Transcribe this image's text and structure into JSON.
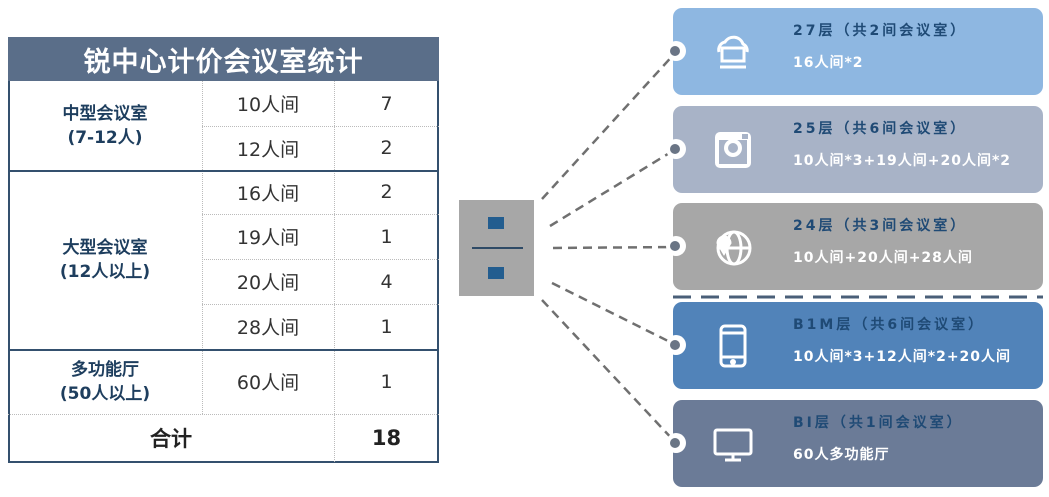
{
  "table": {
    "title": "锐中心计价会议室统计",
    "groups": [
      {
        "name": "中型会议室",
        "range": "(7-12人)",
        "rows": [
          {
            "size": "10人间",
            "count": "7"
          },
          {
            "size": "12人间",
            "count": "2"
          }
        ]
      },
      {
        "name": "大型会议室",
        "range": "(12人以上)",
        "rows": [
          {
            "size": "16人间",
            "count": "2"
          },
          {
            "size": "19人间",
            "count": "1"
          },
          {
            "size": "20人间",
            "count": "4"
          },
          {
            "size": "28人间",
            "count": "1"
          }
        ]
      },
      {
        "name": "多功能厅",
        "range": "(50人以上)",
        "rows": [
          {
            "size": "60人间",
            "count": "1"
          }
        ]
      }
    ],
    "total_label": "合计",
    "total": "18"
  },
  "floors": [
    {
      "title": "27层（共2间会议室）",
      "detail": "16人间*2",
      "icon": "cloud-computer-icon",
      "color": "#8eb7e1"
    },
    {
      "title": "25层（共6间会议室）",
      "detail": "10人间*3+19人间+20人间*2",
      "icon": "camera-icon",
      "color": "#a8b3c7"
    },
    {
      "title": "24层（共3间会议室）",
      "detail": "10人间+20人间+28人间",
      "icon": "globe-pin-icon",
      "color": "#a7a7a7"
    },
    {
      "title": "B1M层（共6间会议室）",
      "detail": "10人间*3+12人间*2+20人间",
      "icon": "phone-icon",
      "color": "#5183b9"
    },
    {
      "title": "BI层（共1间会议室）",
      "detail": "60人多功能厅",
      "icon": "monitor-icon",
      "color": "#6b7b97"
    }
  ]
}
